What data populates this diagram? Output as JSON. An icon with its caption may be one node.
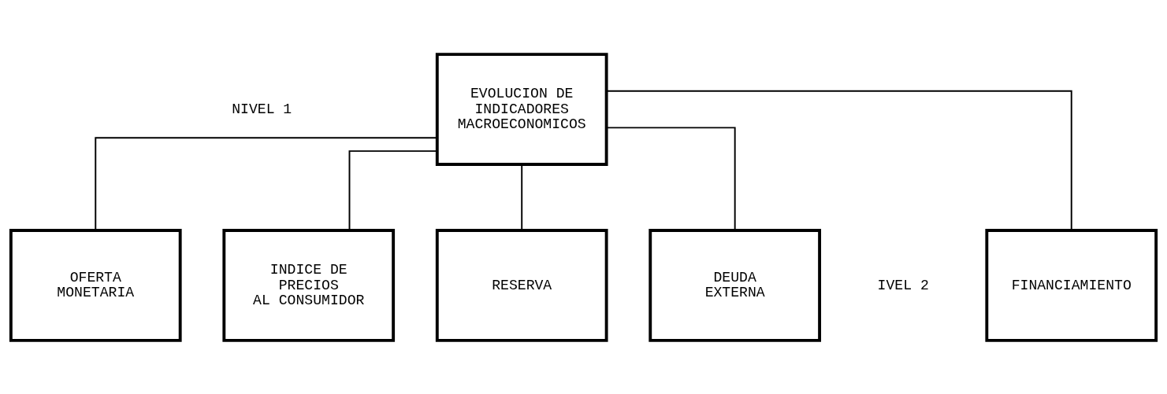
{
  "diagram": {
    "nodes": [
      {
        "text": [
          "EVOLUCION DE INDICADORES MACROECONOMICOS"
        ]
      },
      {
        "text": [
          "FINANCIAMIENTO"
        ]
      },
      {
        "text": [
          "OFERTA MONETARIA"
        ]
      },
      {
        "text": [
          "INDICE DE PRECIOS AL CONSUMIDOR"
        ]
      },
      {
        "text": [
          "RESERVA"
        ]
      },
      {
        "text": [
          "DEUDA EXTERNA"
        ]
      }
    ],
    "edges": [
      {
        "from": 0,
        "to": 1,
        "arrow": "none"
      },
      {
        "from": 0,
        "to": 2,
        "arrow": "none"
      },
      {
        "from": 0,
        "to": 3,
        "arrow": "none"
      },
      {
        "from": 0,
        "to": 4,
        "arrow": "none"
      },
      {
        "from": 0,
        "to": 5,
        "arrow": "none"
      }
    ],
    "labels": [
      "NIVEL 1",
      "IVEL 2"
    ]
  }
}
